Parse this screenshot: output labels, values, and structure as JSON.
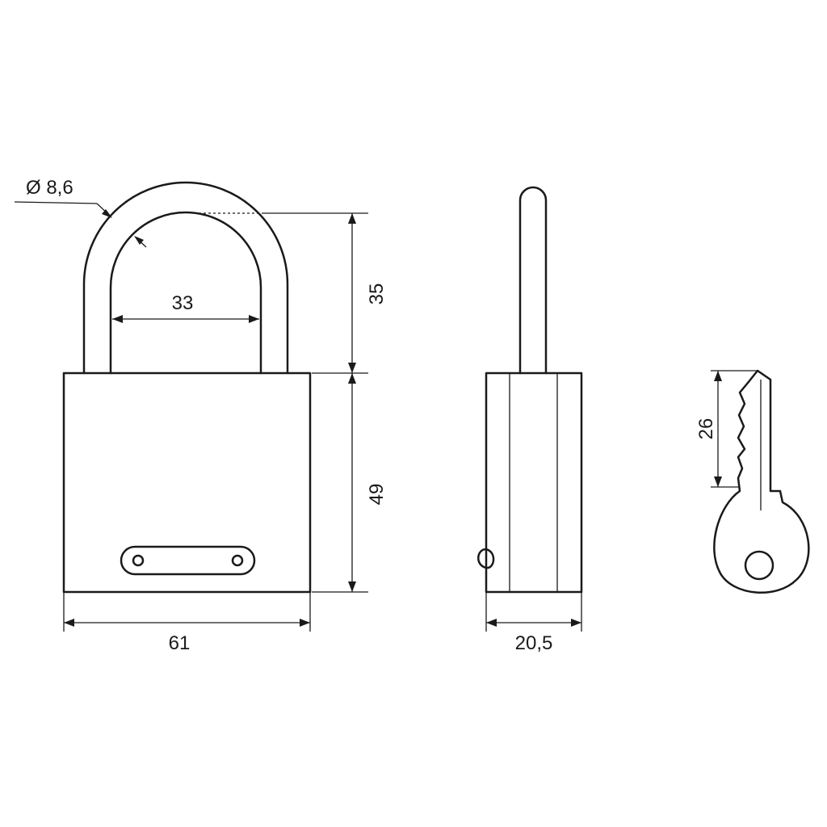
{
  "dimensions": {
    "shackle_diameter": "Ø 8,6",
    "shackle_inner_width": "33",
    "shackle_clearance": "35",
    "body_height": "49",
    "body_width": "61",
    "body_thickness": "20,5",
    "key_blade_length": "26"
  },
  "colors": {
    "line": "#1a1a1a",
    "background": "#ffffff"
  }
}
